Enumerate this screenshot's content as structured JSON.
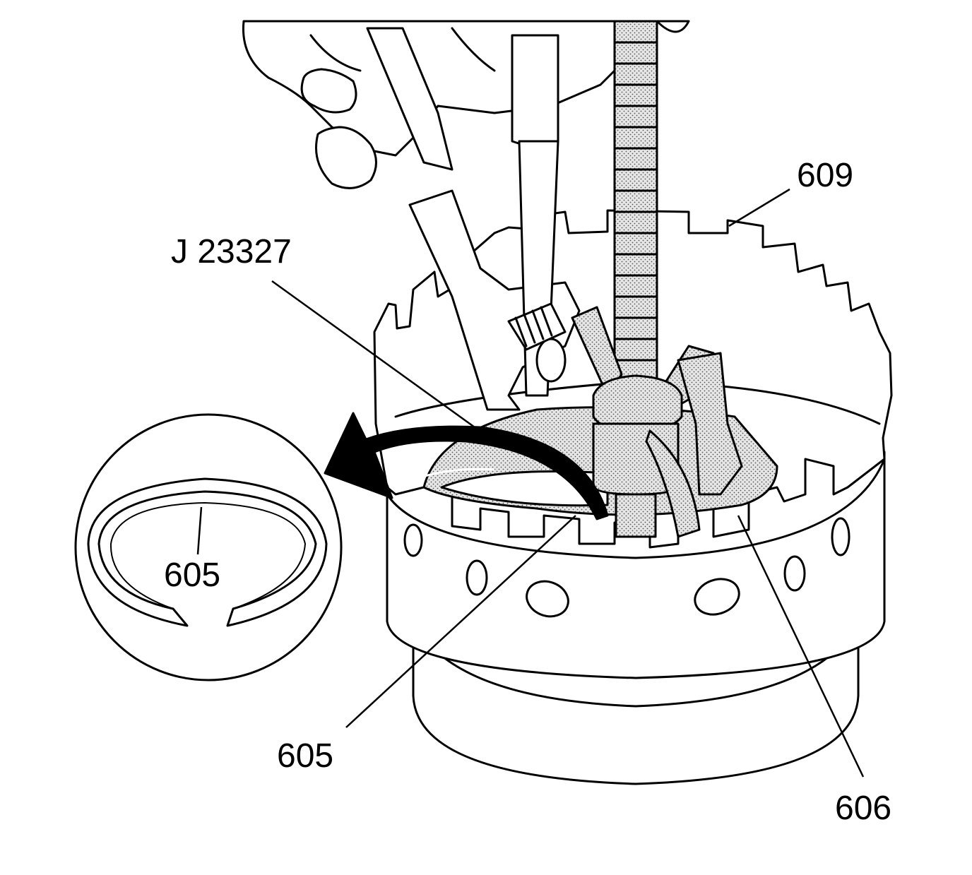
{
  "callouts": {
    "tool": "J 23327",
    "ring_top": "609",
    "snap_ring": "605",
    "snap_ring_detail": "605",
    "spring_assembly": "606"
  },
  "colors": {
    "line": "#000000",
    "background": "#ffffff",
    "shading": "#c8c8c8"
  }
}
